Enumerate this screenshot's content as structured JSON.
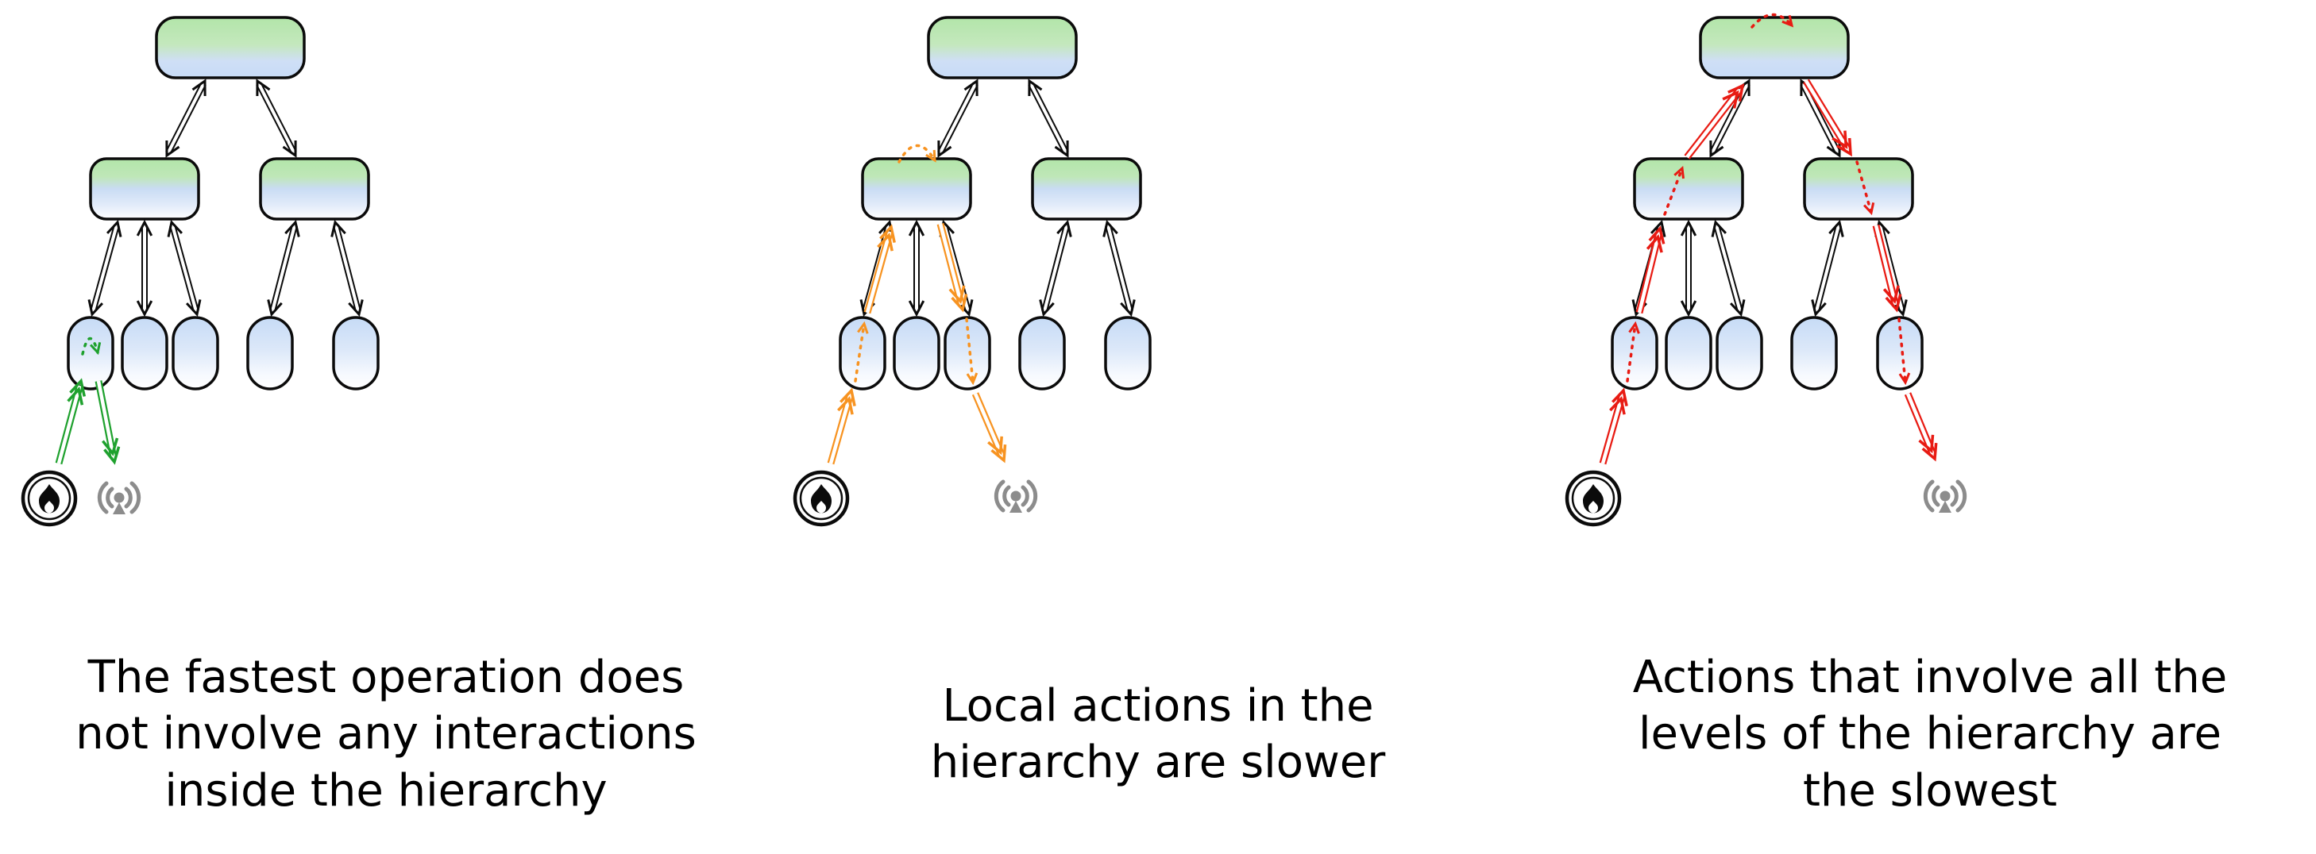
{
  "panels": [
    {
      "id": "fastest-operation",
      "caption": "The fastest operation does\nnot involve any interactions\ninside the hierarchy",
      "flow_color": "#1fa12e"
    },
    {
      "id": "local-actions",
      "caption": "Local actions in the\nhierarchy are slower",
      "flow_color": "#f79321"
    },
    {
      "id": "all-levels-actions",
      "caption": "Actions that involve all the\nlevels of the hierarchy are\nthe slowest",
      "flow_color": "#e81b13"
    }
  ],
  "hierarchy": {
    "levels": 3,
    "nodes_per_level": [
      1,
      2,
      5
    ],
    "edge_style": "double-line bidirectional arrows"
  },
  "icons": {
    "source": {
      "name": "fire-icon",
      "color": "#0b0b0b"
    },
    "destination": {
      "name": "wireless-signal-icon",
      "color": "#8c8c8c"
    }
  },
  "colors": {
    "node_green": "#b2e5a9",
    "node_blue": "#c7dbf6",
    "node_white": "#ffffff",
    "edge_black": "#0b0b0b",
    "icon_gray": "#8c8c8c",
    "background": "#ffffff"
  }
}
